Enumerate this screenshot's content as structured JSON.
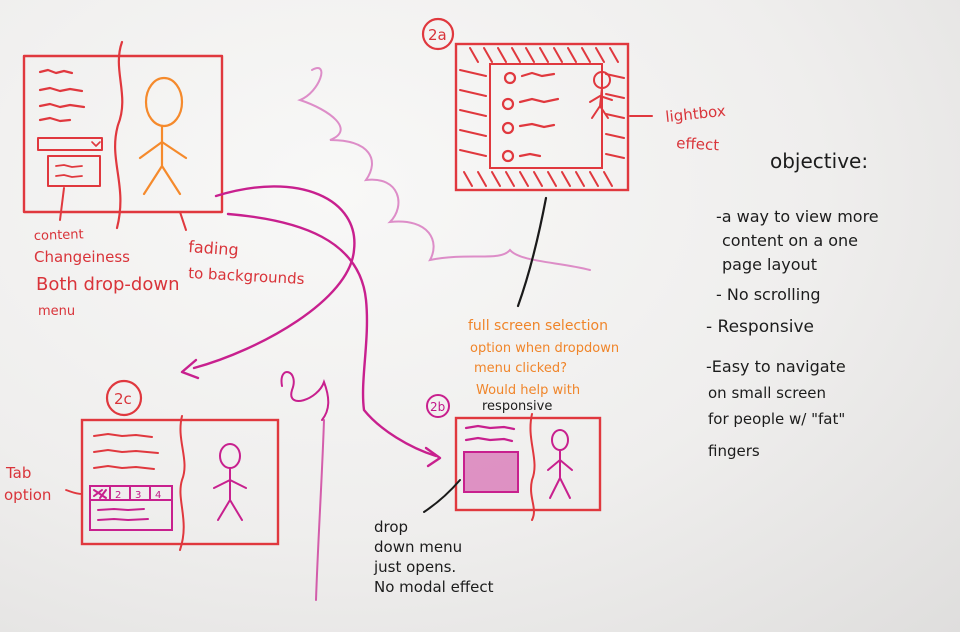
{
  "colors": {
    "red": "#e0383e",
    "orange": "#f58a2c",
    "magenta": "#c8208e",
    "black": "#1a1a1a",
    "pink": "#d87ac0"
  },
  "sketch_1": {
    "note_red": [
      "content",
      "Changeiness",
      "Both drop-down",
      "menu"
    ],
    "note_fading": [
      "fading",
      "to backgrounds"
    ]
  },
  "sketch_2a": {
    "label": "2a",
    "side_note": [
      "lightbox",
      "effect"
    ],
    "note_orange": [
      "full screen selection",
      "option when dropdown",
      "menu clicked?",
      "Would help with"
    ],
    "note_black": "responsive"
  },
  "sketch_2b": {
    "label": "2b",
    "note": [
      "drop",
      "down menu",
      "just opens.",
      "No modal effect"
    ]
  },
  "sketch_2c": {
    "label": "2c",
    "side_note": [
      "Tab",
      "option"
    ],
    "tabs": [
      "2",
      "3",
      "4"
    ]
  },
  "objective": {
    "title": "objective:",
    "items": [
      "-a way to view more",
      "content on a one",
      "page layout",
      "- No scrolling",
      "- Responsive",
      "-Easy to navigate",
      "on small screen",
      "for people w/ \"fat\"",
      "fingers"
    ]
  }
}
